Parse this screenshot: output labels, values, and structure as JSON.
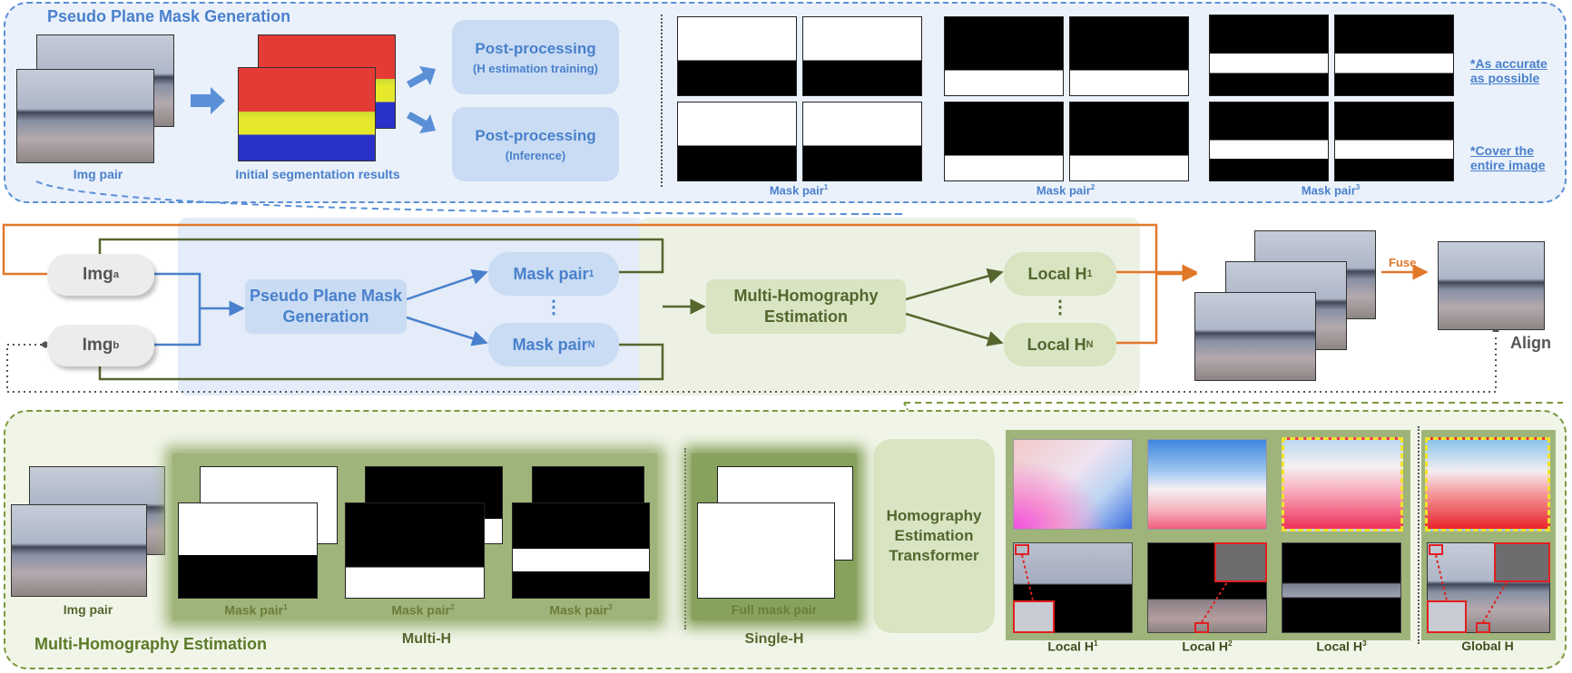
{
  "top_panel": {
    "title": "Pseudo Plane Mask Generation",
    "img_pair_label": "Img pair",
    "seg_label": "Initial segmentation results",
    "pp_train_title": "Post-processing",
    "pp_train_sub": "(H estimation training)",
    "pp_inf_title": "Post-processing",
    "pp_inf_sub": "(Inference)",
    "mask_pair_1_base": "Mask pair",
    "mask_pair_1_sup": "1",
    "mask_pair_2_base": "Mask pair",
    "mask_pair_2_sup": "2",
    "mask_pair_3_base": "Mask pair",
    "mask_pair_3_sup": "3",
    "note_accurate": "*As accurate as possible",
    "note_cover": "*Cover the entire image"
  },
  "middle": {
    "img_a_base": "Img",
    "img_a_sup": "a",
    "img_b_base": "Img",
    "img_b_sup": "b",
    "ppmg": "Pseudo Plane Mask Generation",
    "mask_pair_1_base": "Mask pair",
    "mask_pair_1_sup": "1",
    "mask_pair_n_base": "Mask pair",
    "mask_pair_n_sup": "N",
    "mhe": "Multi-Homography Estimation",
    "local_h1_base": "Local H",
    "local_h1_sup": "1",
    "local_hn_base": "Local H",
    "local_hn_sup": "N",
    "fuse": "Fuse",
    "align": "Align",
    "dots": "⋮"
  },
  "bottom_panel": {
    "title": "Multi-Homography Estimation",
    "img_pair_label": "Img pair",
    "mask_pair_1_base": "Mask pair",
    "mask_pair_1_sup": "1",
    "mask_pair_2_base": "Mask pair",
    "mask_pair_2_sup": "2",
    "mask_pair_3_base": "Mask pair",
    "mask_pair_3_sup": "3",
    "multi_h": "Multi-H",
    "full_mask_pair": "Full mask pair",
    "single_h": "Single-H",
    "het": "Homography Estimation Transformer",
    "local_h1_base": "Local H",
    "local_h1_sup": "1",
    "local_h2_base": "Local H",
    "local_h2_sup": "2",
    "local_h3_base": "Local H",
    "local_h3_sup": "3",
    "global_h": "Global H"
  },
  "colors": {
    "blue": "#4a80cc",
    "green": "#55662e",
    "orange": "#e0782a",
    "dashed_yellow": "#f0e32a",
    "zoom_red": "#e02020"
  }
}
